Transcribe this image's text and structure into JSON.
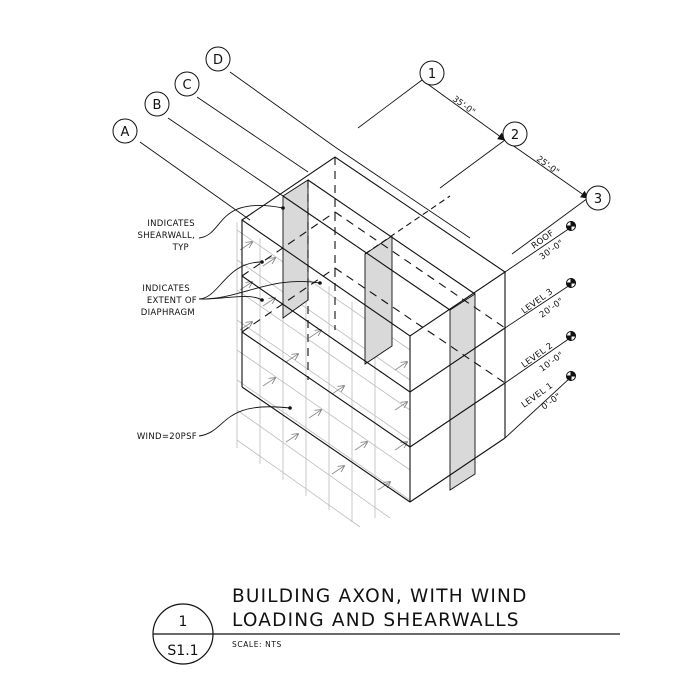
{
  "grid": {
    "letters": [
      "A",
      "B",
      "C",
      "D"
    ],
    "numbers": [
      "1",
      "2",
      "3"
    ]
  },
  "dimensions": [
    "35'-0\"",
    "25'-0\""
  ],
  "levels": [
    {
      "name": "ROOF",
      "elev": "30'-0\""
    },
    {
      "name": "LEVEL 3",
      "elev": "20'-0\""
    },
    {
      "name": "LEVEL 2",
      "elev": "10'-0\""
    },
    {
      "name": "LEVEL 1",
      "elev": "0'-0\""
    }
  ],
  "notes": {
    "shearwall": [
      "INDICATES",
      "SHEARWALL,",
      "TYP"
    ],
    "diaphragm": [
      "INDICATES",
      "EXTENT OF",
      "DIAPHRAGM"
    ],
    "wind": "WIND=20PSF"
  },
  "title_block": {
    "line1": "BUILDING AXON, WITH WIND",
    "line2": "LOADING AND SHEARWALLS",
    "scale": "SCALE: NTS",
    "detail_number": "1",
    "sheet": "S1.1"
  }
}
